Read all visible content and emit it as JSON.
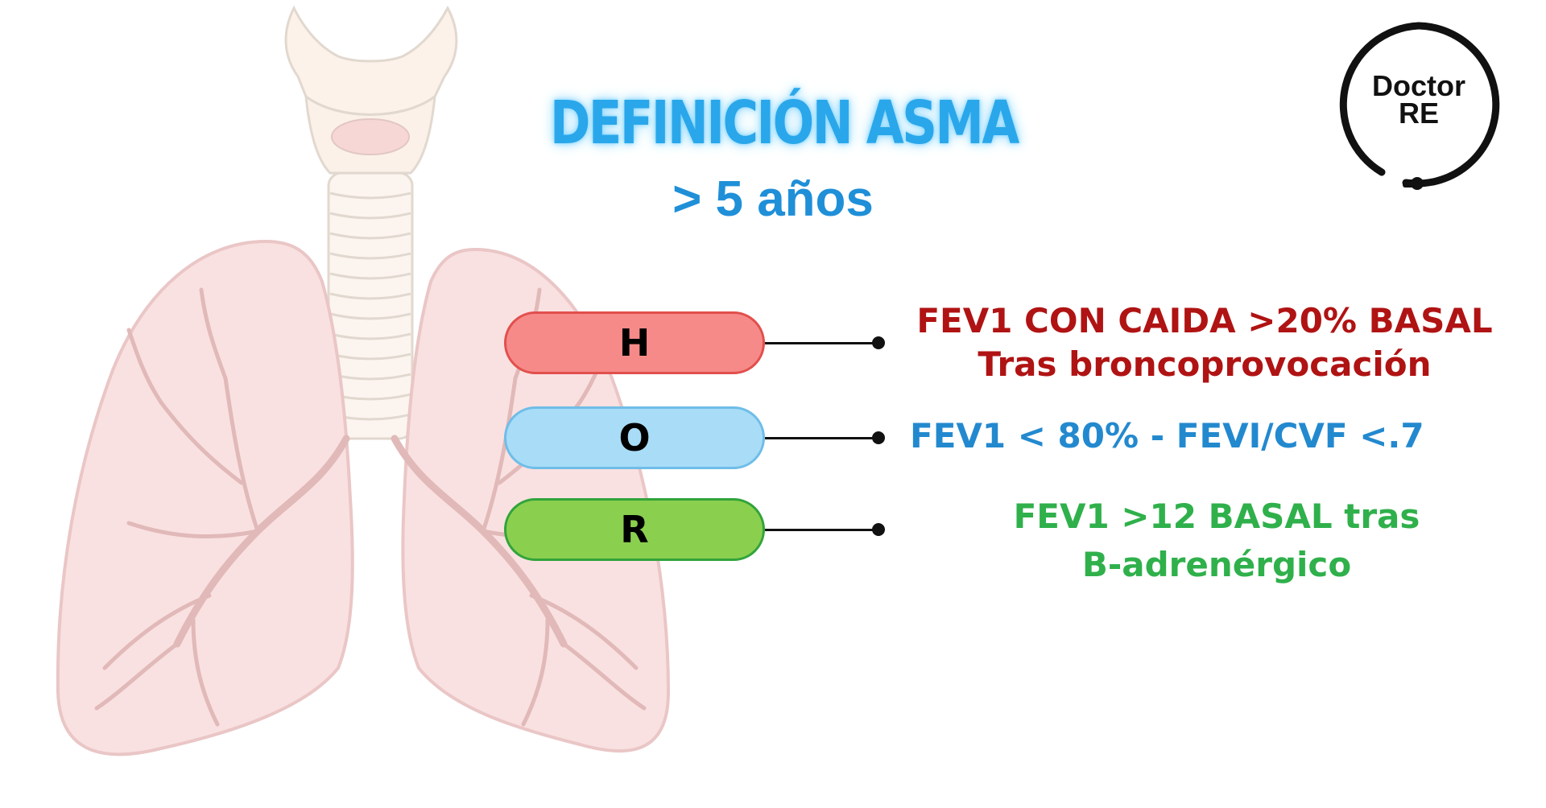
{
  "title": "DEFINICIÓN ASMA",
  "subtitle": "> 5 años",
  "logo": {
    "line1": "Doctor",
    "line2": "RE",
    "icon": "stethoscope-ring-icon"
  },
  "illustration": "lungs-illustration",
  "criteria": [
    {
      "letter": "H",
      "lines": [
        "FEV1 CON CAIDA >20% BASAL",
        "Tras broncoprovocación"
      ]
    },
    {
      "letter": "O",
      "lines": [
        "FEV1 < 80% -  FEVI/CVF <.7"
      ]
    },
    {
      "letter": "R",
      "lines": [
        "FEV1 >12 BASAL tras",
        "B-adrenérgico"
      ]
    }
  ],
  "colors": {
    "title": "#2aa7ea",
    "h_fill": "#f68a88",
    "h_text": "#b01313",
    "o_fill": "#a8dcf7",
    "o_text": "#2389cf",
    "r_fill": "#8bcf4f",
    "r_text": "#2fb04b"
  }
}
